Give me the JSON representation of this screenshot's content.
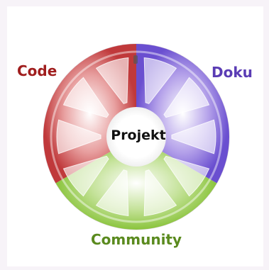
{
  "diagram": {
    "center_label": "Projekt",
    "segments": [
      {
        "label": "Code",
        "color": "#c0393b"
      },
      {
        "label": "Doku",
        "color": "#6a4fd0"
      },
      {
        "label": "Community",
        "color": "#8ac43c"
      }
    ]
  }
}
